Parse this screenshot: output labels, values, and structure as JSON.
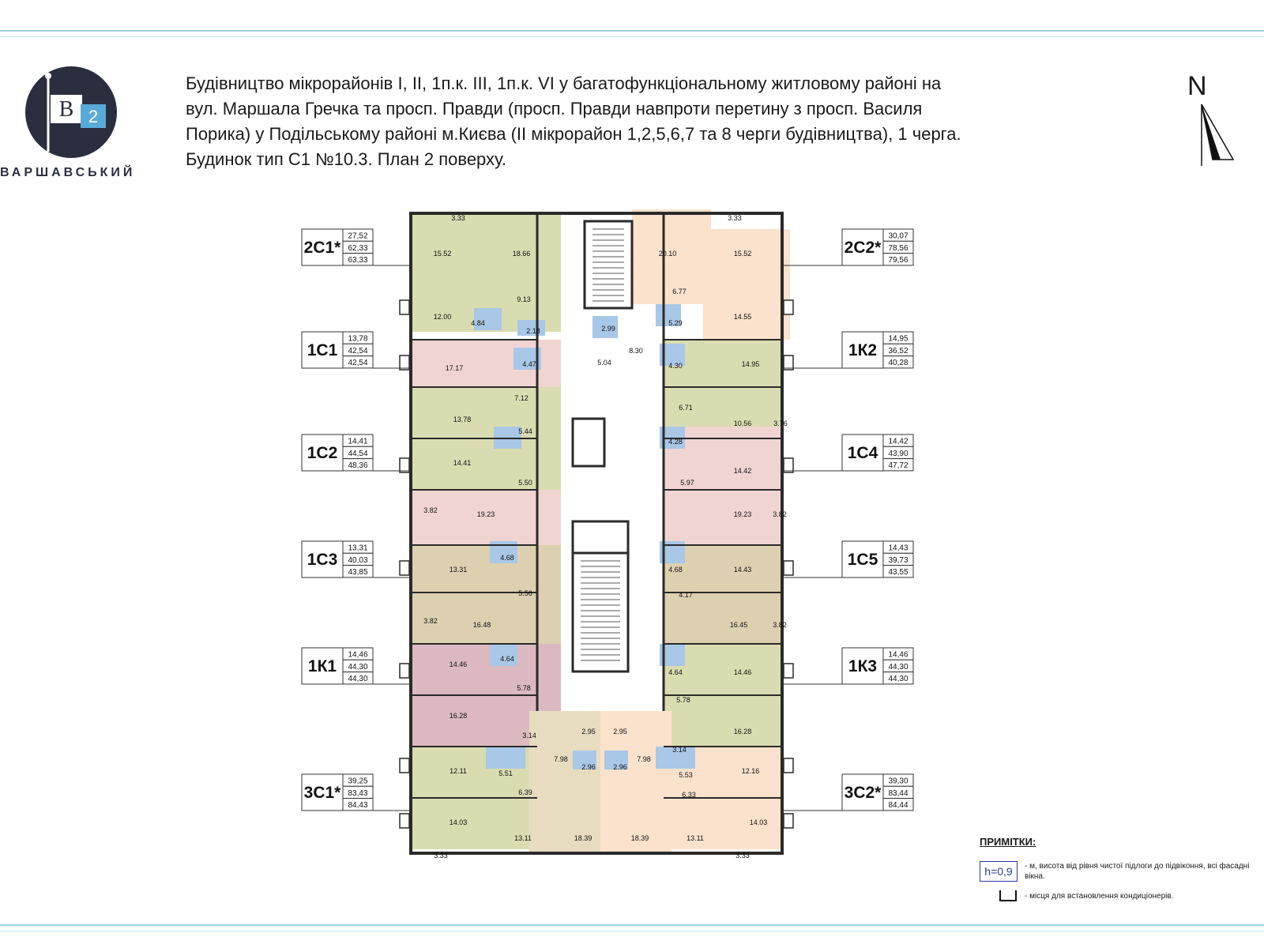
{
  "logo": {
    "emblem": "B",
    "emblem_number": "2",
    "wordmark": "ВАРШАВСЬКИЙ"
  },
  "title_lines": [
    "Будівництво мікрорайонів I, II, 1п.к. III, 1п.к. VI у багатофункціональному житловому районі на",
    "вул. Маршала Гречка та просп. Правди (просп. Правди навпроти перетину  з просп. Василя",
    "Порика) у Подільському районі м.Києва (II мікрорайон 1,2,5,6,7 та 8 черги будівництва), 1 черга.",
    "Будинок тип С1  №10.3.   План 2 поверху."
  ],
  "north_label": "N",
  "apartments_left": [
    {
      "code": "2С1*",
      "areas": [
        "27,52",
        "62,33",
        "63,33"
      ]
    },
    {
      "code": "1С1",
      "areas": [
        "13,78",
        "42,54",
        "42,54"
      ]
    },
    {
      "code": "1С2",
      "areas": [
        "14,41",
        "44,54",
        "48,36"
      ]
    },
    {
      "code": "1С3",
      "areas": [
        "13,31",
        "40,03",
        "43,85"
      ]
    },
    {
      "code": "1К1",
      "areas": [
        "14,46",
        "44,30",
        "44,30"
      ]
    },
    {
      "code": "3С1*",
      "areas": [
        "39,25",
        "83,43",
        "84,43"
      ]
    }
  ],
  "apartments_right": [
    {
      "code": "2С2*",
      "areas": [
        "30,07",
        "78,56",
        "79,56"
      ]
    },
    {
      "code": "1К2",
      "areas": [
        "14,95",
        "36,52",
        "40,28"
      ]
    },
    {
      "code": "1С4",
      "areas": [
        "14,42",
        "43,90",
        "47,72"
      ]
    },
    {
      "code": "1С5",
      "areas": [
        "14,43",
        "39,73",
        "43,55"
      ]
    },
    {
      "code": "1К3",
      "areas": [
        "14,46",
        "44,30",
        "44,30"
      ]
    },
    {
      "code": "3С2*",
      "areas": [
        "39,30",
        "83,44",
        "84,44"
      ]
    }
  ],
  "room_labels": {
    "left_top": [
      "3.33",
      "15.52",
      "18.66",
      "9.13",
      "12.00",
      "4.84",
      "2.18"
    ],
    "left_1c1": [
      "17.17",
      "4.47",
      "7.12"
    ],
    "left_1c2": [
      "13.78",
      "5.44",
      "14.41",
      "5.50"
    ],
    "left_1c2b": [
      "3.82",
      "19.23"
    ],
    "left_1c3": [
      "13.31",
      "4.68",
      "5.56",
      "3.82",
      "16.48"
    ],
    "left_1k1": [
      "14.46",
      "4.64",
      "5.78",
      "16.28",
      "3.14"
    ],
    "left_3c1": [
      "12.11",
      "5.51",
      "6.39",
      "14.03",
      "13.11",
      "18.39",
      "3.33",
      "7.98",
      "2.95",
      "2.96"
    ],
    "center": [
      "2.99",
      "8.30",
      "5.04"
    ],
    "right_top": [
      "3.33",
      "20.10",
      "15.52",
      "6.77",
      "14.55",
      "5.29"
    ],
    "right_1k2": [
      "4.30",
      "14.95",
      "6.71",
      "10.56",
      "3.76"
    ],
    "right_1c4": [
      "4.28",
      "14.42",
      "5.97",
      "19.23",
      "3.82"
    ],
    "right_1c5": [
      "4.68",
      "14.43",
      "4.17",
      "16.45",
      "3.82"
    ],
    "right_1k3": [
      "4.64",
      "14.46",
      "5.78",
      "16.28",
      "3.14"
    ],
    "right_3c2": [
      "2.95",
      "7.98",
      "2.96",
      "5.53",
      "12.16",
      "6.33",
      "14.03",
      "18.39",
      "13.11",
      "3.33"
    ]
  },
  "notes": {
    "title": "ПРИМІТКИ:",
    "height_label": "h=0,9",
    "height_note": "- м, висота від рівня чистої підлоги до підвіконня, всі фасадні вікна.",
    "ac_note": "- місця для встановлення кондиціонерів."
  },
  "colors": {
    "olive": "#d9dcb0",
    "pink": "#f0d4d2",
    "peach": "#fbe2cc",
    "tan": "#ddd0b0",
    "mauve": "#dcb9c0",
    "beige": "#e8dcc0",
    "wet": "#a9c7e6",
    "wall": "#2a2a2a",
    "accent": "#9fd0e6"
  }
}
